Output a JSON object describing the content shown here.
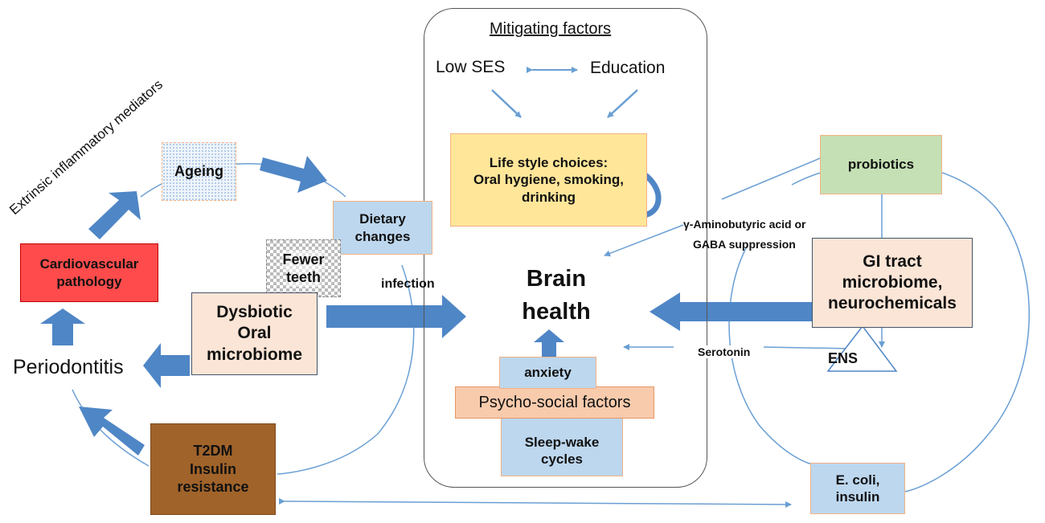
{
  "mitigating": {
    "title": "Mitigating factors",
    "low_ses": "Low SES",
    "education": "Education"
  },
  "lifestyle": {
    "line1": "Life style choices:",
    "line2": "Oral hygiene, smoking,",
    "line3": "drinking"
  },
  "brain": {
    "line1": "Brain",
    "line2": "health"
  },
  "psycho": {
    "anxiety": "anxiety",
    "psycho_social": "Psycho-social factors",
    "sleep_line1": "Sleep-wake",
    "sleep_line2": "cycles"
  },
  "left": {
    "extrinsic": "Extrinsic inflammatory mediators",
    "ageing": "Ageing",
    "dietary_line1": "Dietary",
    "dietary_line2": "changes",
    "fewer_line1": "Fewer",
    "fewer_line2": "teeth",
    "cardio_line1": "Cardiovascular",
    "cardio_line2": "pathology",
    "dysbiotic_line1": "Dysbiotic",
    "dysbiotic_line2": "Oral",
    "dysbiotic_line3": "microbiome",
    "periodontitis": "Periodontitis",
    "infection": "infection",
    "t2dm_line1": "T2DM",
    "t2dm_line2": "Insulin",
    "t2dm_line3": "resistance"
  },
  "right": {
    "probiotics": "probiotics",
    "gaba_line1": "γ-Aminobutyric acid or",
    "gaba_line2": "GABA suppression",
    "gi_line1": "GI tract",
    "gi_line2": "microbiome,",
    "gi_line3": "neurochemicals",
    "serotonin": "Serotonin",
    "ens": "ENS",
    "ecoli_line1": "E. coli,",
    "ecoli_line2": "insulin"
  },
  "colors": {
    "arrow_blue": "#5b9bd5",
    "line_blue": "#6a9fd4",
    "lifestyle_fill": "#ffe699",
    "probiotics_fill": "#c5e0b4",
    "peach_fill": "#fbe5d6",
    "psycho_fill": "#f8cbad",
    "light_blue_fill": "#bdd7ee",
    "cardio_fill": "#ff4b4b",
    "t2dm_fill": "#a0632a",
    "box_border": "#f4b183"
  }
}
